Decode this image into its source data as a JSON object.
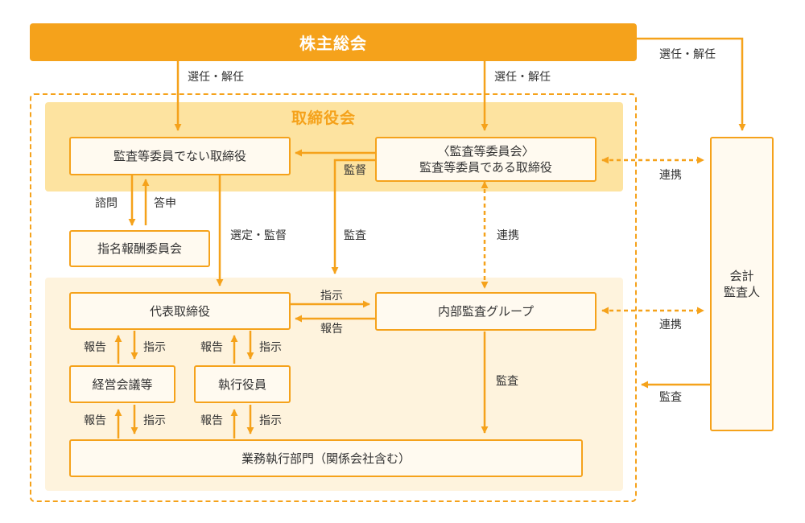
{
  "shareholders_meeting": "株主総会",
  "board_title": "取締役会",
  "boxes": {
    "non_audit_directors": "監査等委員でない取締役",
    "audit_committee_line1": "〈監査等委員会〉",
    "audit_committee_line2": "監査等委員である取締役",
    "nomination_committee": "指名報酬委員会",
    "representative_director": "代表取締役",
    "internal_audit": "内部監査グループ",
    "management_meeting": "経営会議等",
    "executive_officers": "執行役員",
    "business_units": "業務執行部門（関係会社含む）",
    "accounting_auditor_line1": "会計",
    "accounting_auditor_line2": "監査人"
  },
  "labels": {
    "elect_dismiss_left": "選任・解任",
    "elect_dismiss_mid": "選任・解任",
    "elect_dismiss_right": "選任・解任",
    "supervise": "監督",
    "consult": "諮問",
    "report_back": "答申",
    "select_supervise": "選定・監督",
    "audit_mid": "監査",
    "link_mid": "連携",
    "link_top": "連携",
    "link_bottom": "連携",
    "audit_right": "監査",
    "instruct_rep_internal": "指示",
    "report_internal_rep": "報告",
    "report_1": "報告",
    "instruct_1": "指示",
    "report_2": "報告",
    "instruct_2": "指示",
    "report_3": "報告",
    "instruct_3": "指示",
    "report_4": "報告",
    "instruct_4": "指示",
    "audit_lower": "監査"
  },
  "colors": {
    "accent": "#f5a21b",
    "panel_board": "#fde3a0",
    "panel_exec": "#fef3dd",
    "box_fill": "#fffaf0",
    "text": "#333333"
  }
}
